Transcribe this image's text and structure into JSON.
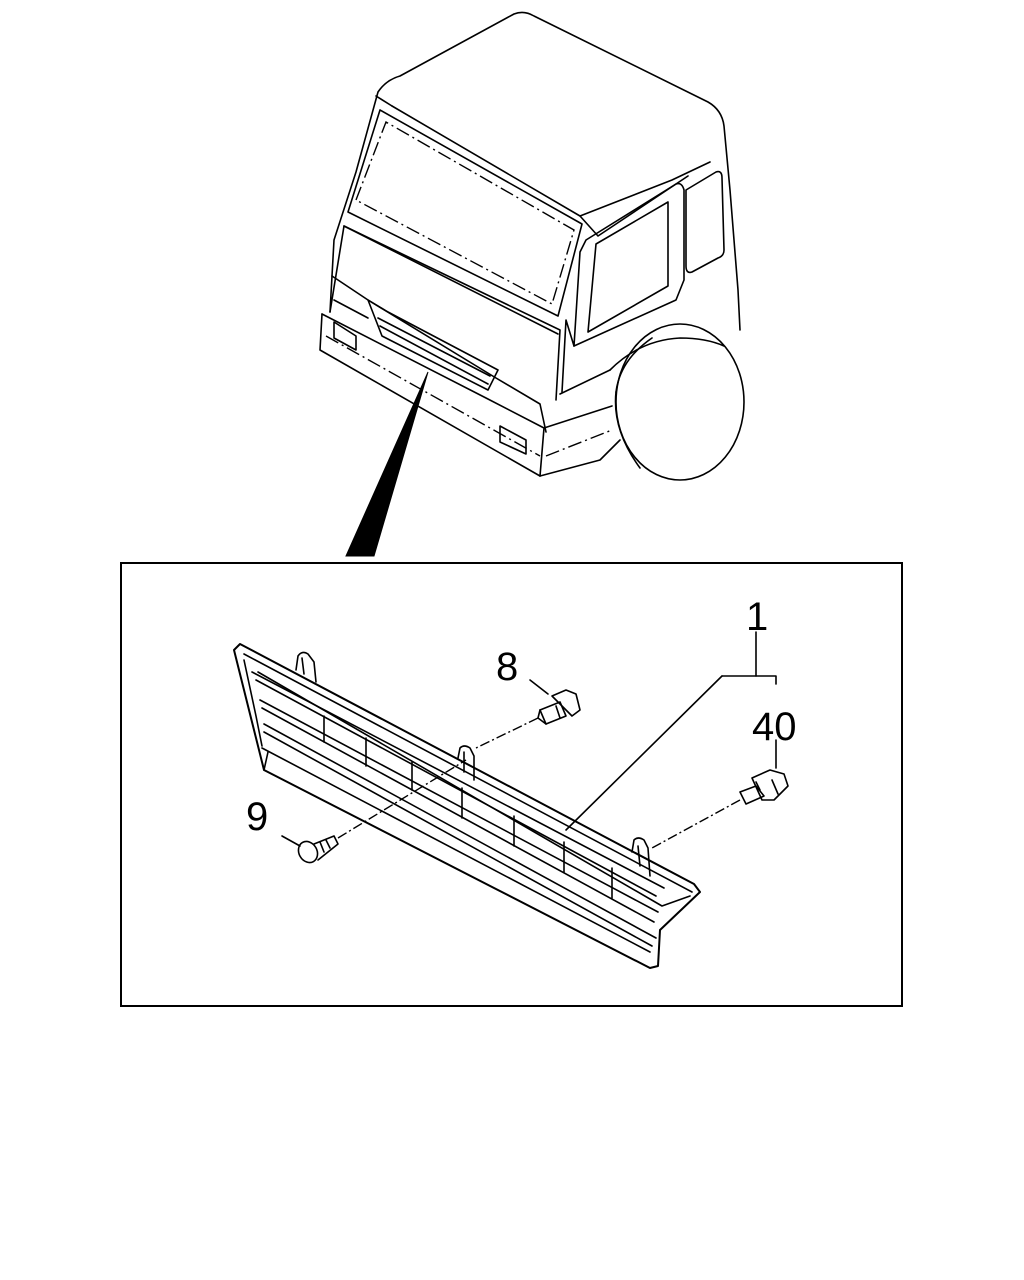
{
  "callouts": {
    "part_1": "1",
    "part_8": "8",
    "part_9": "9",
    "part_40": "40"
  },
  "colors": {
    "line": "#000000",
    "background": "#ffffff"
  }
}
